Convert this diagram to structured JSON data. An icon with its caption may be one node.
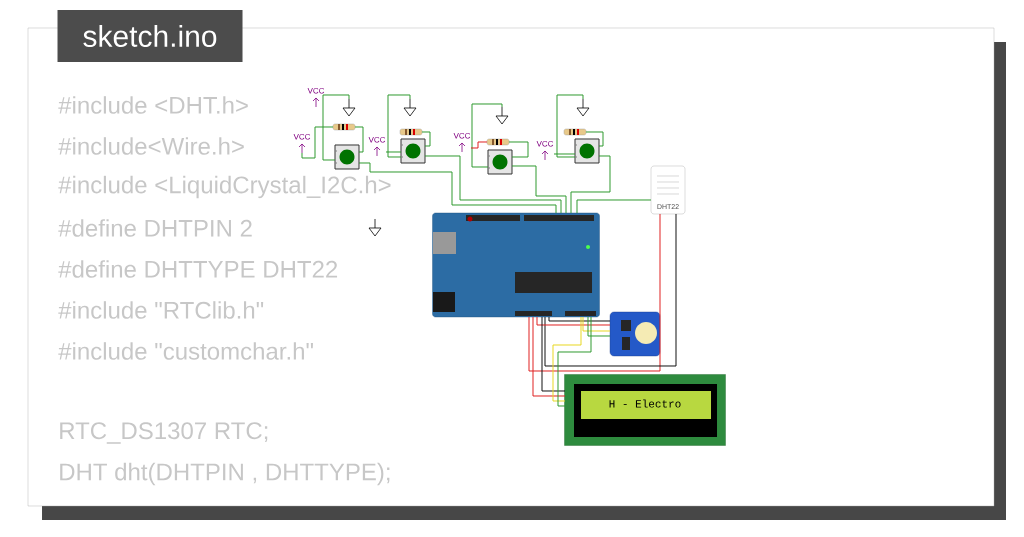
{
  "diagram": {
    "title": "sketch.ino",
    "nodes": [
      {
        "text": [],
        "shape": "button"
      },
      {
        "text": [],
        "shape": "button"
      },
      {
        "text": [],
        "shape": "button"
      },
      {
        "text": [],
        "shape": "button"
      },
      {
        "text": [],
        "shape": "resistor"
      },
      {
        "text": [],
        "shape": "resistor"
      },
      {
        "text": [],
        "shape": "resistor"
      },
      {
        "text": [],
        "shape": "resistor"
      },
      {
        "text": [
          "VCC"
        ]
      },
      {
        "text": [
          "VCC"
        ]
      },
      {
        "text": [
          "VCC"
        ]
      },
      {
        "text": [
          "VCC"
        ]
      },
      {
        "text": [
          "VCC"
        ]
      },
      {
        "text": [],
        "shape": "ground"
      },
      {
        "text": [],
        "shape": "ground"
      },
      {
        "text": [],
        "shape": "ground"
      },
      {
        "text": [],
        "shape": "ground"
      },
      {
        "text": [],
        "shape": "ground"
      },
      {
        "text": [],
        "shape": "picture"
      },
      {
        "text": [
          "DHT22"
        ]
      },
      {
        "text": [],
        "shape": "picture"
      },
      {
        "text": [
          "H - Electro"
        ]
      }
    ],
    "edges": [
      {
        "from": 13,
        "to": 0,
        "arrow": "none"
      },
      {
        "from": 14,
        "to": 1,
        "arrow": "none"
      },
      {
        "from": 15,
        "to": 2,
        "arrow": "none"
      },
      {
        "from": 16,
        "to": 3,
        "arrow": "none"
      },
      {
        "from": 9,
        "to": 4,
        "arrow": "none"
      },
      {
        "from": 10,
        "to": 1,
        "arrow": "none"
      },
      {
        "from": 11,
        "to": 6,
        "arrow": "none",
        "color": "#e02020"
      },
      {
        "from": 12,
        "to": 3,
        "arrow": "none"
      },
      {
        "from": 4,
        "to": 0,
        "arrow": "none"
      },
      {
        "from": 5,
        "to": 1,
        "arrow": "none"
      },
      {
        "from": 6,
        "to": 2,
        "arrow": "none"
      },
      {
        "from": 7,
        "to": 3,
        "arrow": "none"
      },
      {
        "from": 0,
        "to": 18,
        "arrow": "none"
      },
      {
        "from": 1,
        "to": 18,
        "arrow": "none"
      },
      {
        "from": 2,
        "to": 18,
        "arrow": "none"
      },
      {
        "from": 3,
        "to": 18,
        "arrow": "none"
      },
      {
        "from": 19,
        "to": 18,
        "arrow": "none"
      },
      {
        "from": 19,
        "to": 18,
        "arrow": "none",
        "color": "#e02020"
      },
      {
        "from": 19,
        "to": 18,
        "arrow": "none",
        "color": "#111111"
      },
      {
        "from": 20,
        "to": 18,
        "arrow": "none",
        "color": "#111111"
      },
      {
        "from": 20,
        "to": 18,
        "arrow": "none",
        "color": "#e02020"
      },
      {
        "from": 20,
        "to": 18,
        "arrow": "none",
        "color": "#e8d820"
      },
      {
        "from": 20,
        "to": 18,
        "arrow": "none"
      },
      {
        "from": 21,
        "to": 18,
        "arrow": "none",
        "color": "#111111"
      },
      {
        "from": 21,
        "to": 18,
        "arrow": "none",
        "color": "#e02020"
      },
      {
        "from": 21,
        "to": 18,
        "arrow": "none",
        "color": "#e8d820"
      },
      {
        "from": 21,
        "to": 18,
        "arrow": "none"
      }
    ],
    "labels": [
      "#include <DHT.h>",
      "#include<Wire.h>",
      "#include <LiquidCrystal_I2C.h>",
      "#define DHTPIN 2",
      "#define DHTTYPE DHT22",
      "#include \"RTClib.h\"",
      "#include \"customchar.h\"",
      "RTC_DS1307 RTC;",
      "DHT dht(DHTPIN , DHTTYPE);"
    ]
  }
}
